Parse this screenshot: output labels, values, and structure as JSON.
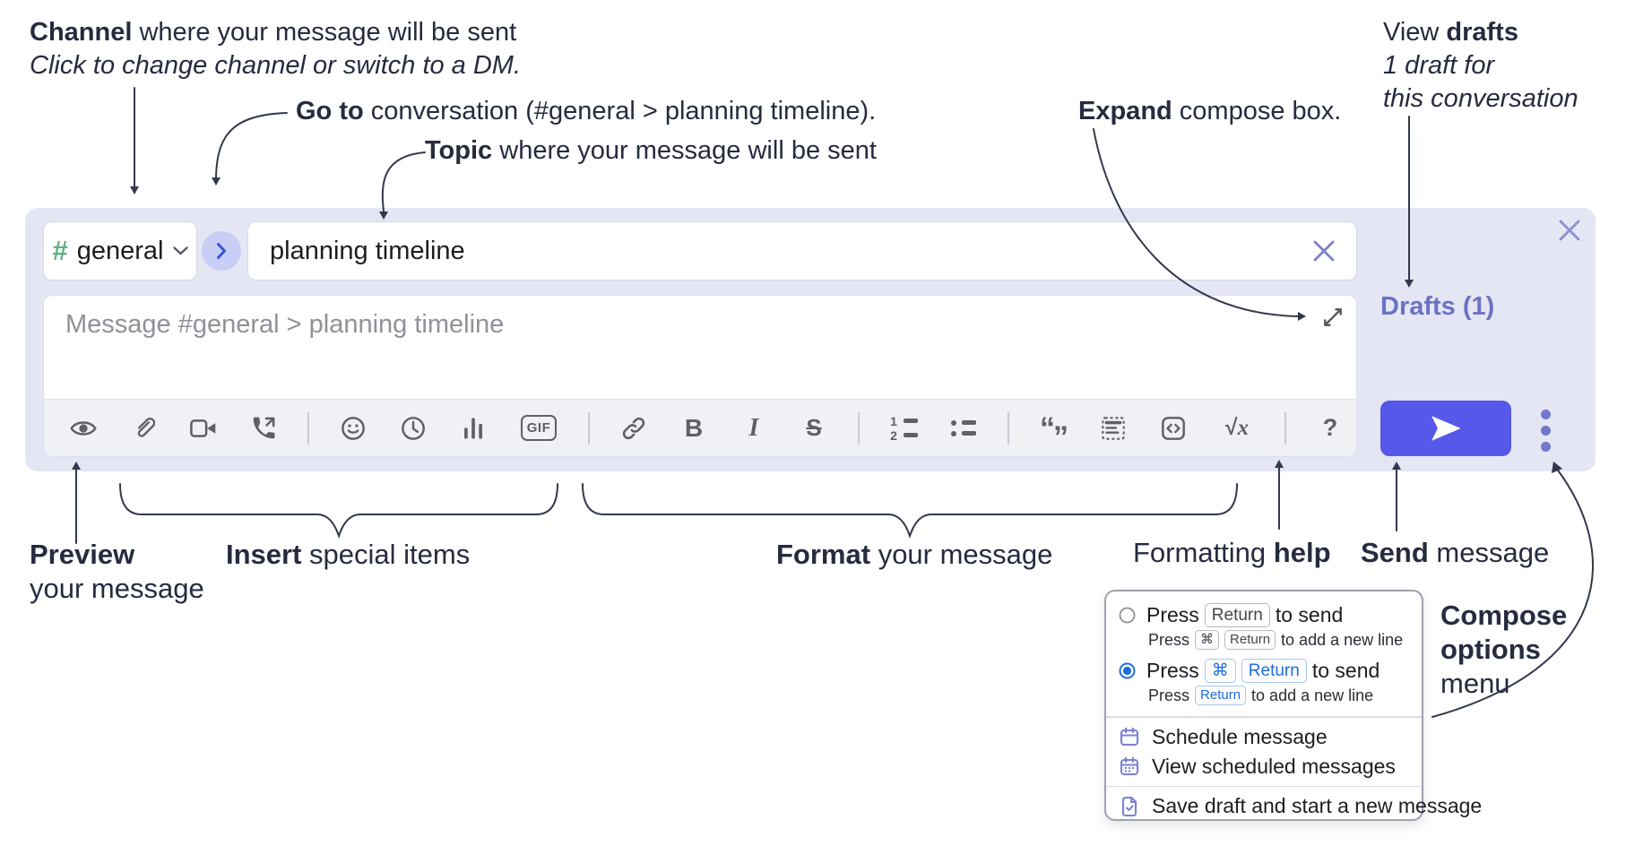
{
  "annotations": {
    "channel": {
      "bold": "Channel",
      "rest": " where your message will be sent",
      "sub": "Click to change channel or switch to a DM."
    },
    "goto": {
      "bold": "Go to",
      "rest": " conversation (#general > planning timeline)."
    },
    "topic": {
      "bold": "Topic",
      "rest": " where your message will be sent"
    },
    "expand": {
      "bold": "Expand",
      "rest": " compose box."
    },
    "view_drafts": {
      "pre": "View ",
      "bold": "drafts",
      "line2": "1 draft for",
      "line3": "this conversation"
    },
    "preview": {
      "bold": "Preview",
      "line2": "your message"
    },
    "insert": {
      "bold": "Insert",
      "rest": " special items"
    },
    "format": {
      "bold": "Format",
      "rest": " your message"
    },
    "formatting_help": {
      "pre": "Formatting ",
      "bold": "help"
    },
    "send": {
      "bold": "Send",
      "rest": " message"
    },
    "compose_options": {
      "line1": "Compose",
      "line2": "options",
      "line3": "menu"
    }
  },
  "composer": {
    "channel_selector": {
      "hash": "#",
      "name": "general"
    },
    "topic_input": {
      "value": "planning timeline"
    },
    "message_input": {
      "placeholder": "Message #general > planning timeline"
    },
    "drafts_link": "Drafts (1)",
    "toolbar": {
      "gif": "GIF",
      "bold": "B",
      "italic": "I",
      "strike": "S",
      "ol1": "1",
      "ol2": "2",
      "quote_open": "“",
      "quote_close": "”",
      "formula_root": "√",
      "formula_var": "x",
      "help": "?"
    },
    "icon_names": [
      "preview-eye",
      "attach-paperclip",
      "video-camera",
      "huddle-phone",
      "emoji-smiley",
      "schedule-clock",
      "poll-bar-chart",
      "gif",
      "link",
      "bold",
      "italic",
      "strikethrough",
      "ordered-list",
      "bulleted-list",
      "blockquote",
      "quote-block-dotted",
      "code",
      "formula",
      "help",
      "send-paper-plane",
      "kebab-more"
    ]
  },
  "menu": {
    "radio_return": {
      "pre": "Press",
      "key": "Return",
      "post": "to send"
    },
    "radio_return_sub": {
      "pre": "Press",
      "key1": "⌘",
      "key2": "Return",
      "post": "to add a new line"
    },
    "radio_cmd": {
      "pre": "Press",
      "key1": "⌘",
      "key2": "Return",
      "post": "to send"
    },
    "radio_cmd_sub": {
      "pre": "Press",
      "key": "Return",
      "post": "to add a new line"
    },
    "items": {
      "schedule": "Schedule message",
      "view_scheduled": "View scheduled messages",
      "save_draft": "Save draft and start a new message"
    },
    "selected_option": "radio_cmd"
  },
  "colors": {
    "compose_bg": "#e4e6f4",
    "accent_send": "#5558e8",
    "purple_ui": "#7277cd",
    "hash_green": "#5fb283",
    "radio_blue": "#1f6ce0",
    "annotation_text": "#262b40",
    "icon_gray": "#5d6166"
  }
}
